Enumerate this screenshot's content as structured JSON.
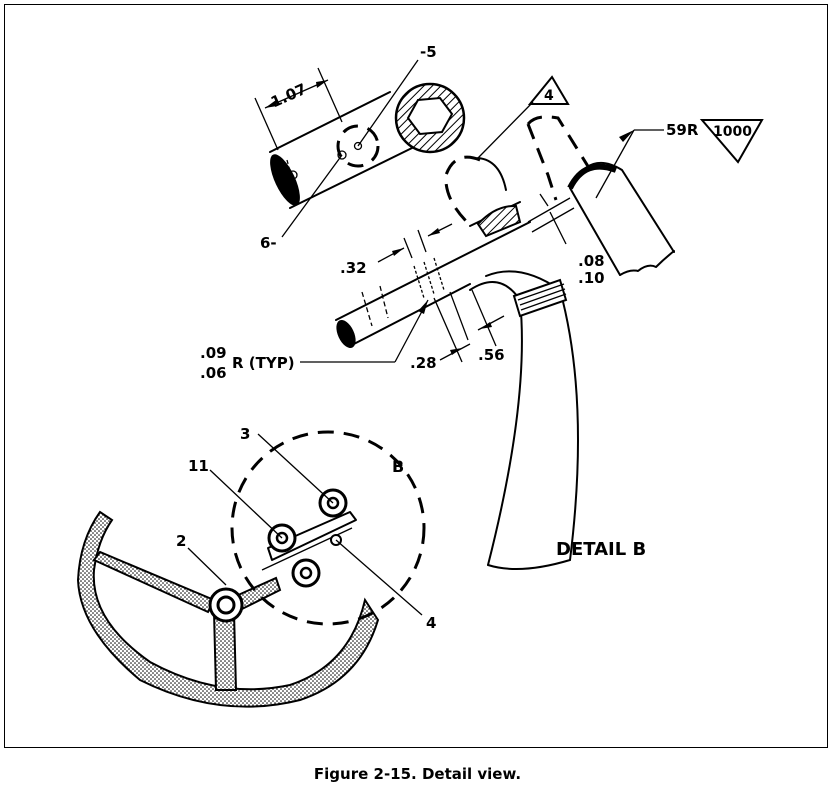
{
  "labels": {
    "dim_107": "1.07",
    "callout_5": "-5",
    "callout_6": "6-",
    "flag_4": "4",
    "radius_59r": "59R",
    "finish_1000": "1000",
    "dim_032": ".32",
    "dim_008": ".08",
    "dim_010": ".10",
    "dim_009": ".09",
    "dim_006": ".06",
    "radius_typ": "R (TYP)",
    "dim_028": ".28",
    "dim_056": ".56",
    "callout_3": "3",
    "callout_11": "11",
    "detail_b_marker": "B",
    "callout_2": "2",
    "callout_4": "4",
    "detail_b_title": "DETAIL B"
  },
  "caption": "Figure 2-15. Detail view."
}
